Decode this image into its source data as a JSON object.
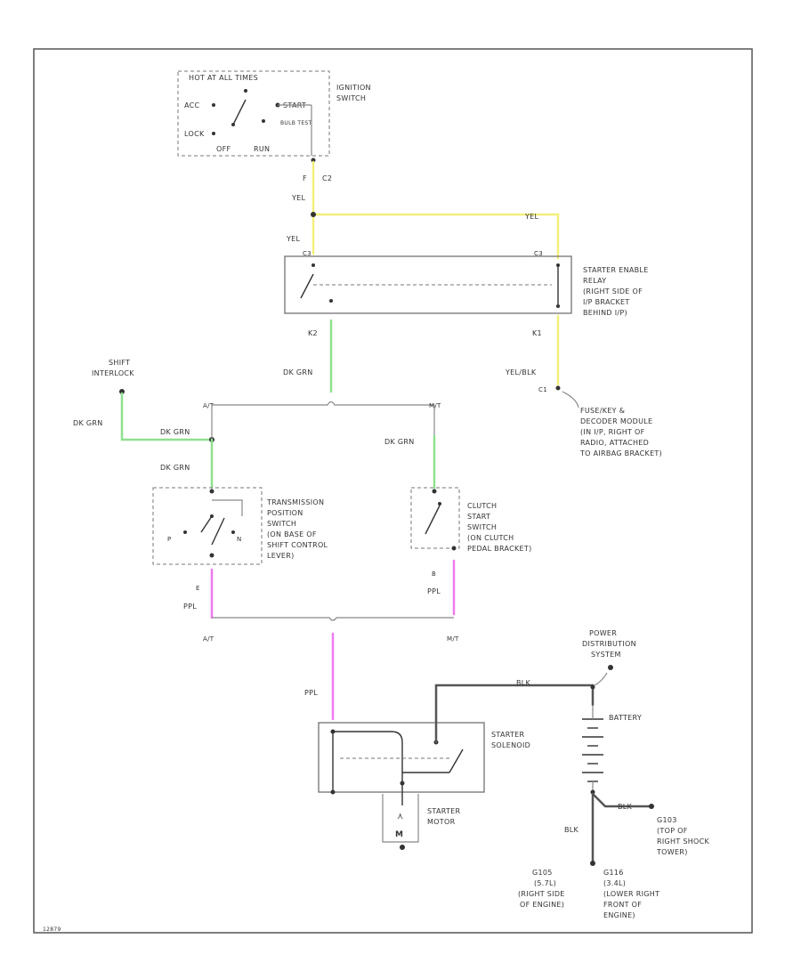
{
  "colors": {
    "yellow": "#f4ef7c",
    "green": "#8fe08f",
    "pink": "#f07af0",
    "black": "#333333",
    "gray": "#aaaaaa"
  },
  "ignition": {
    "header": "HOT AT ALL TIMES",
    "acc": "ACC",
    "lock": "LOCK",
    "start": "START",
    "bulb_test": "BULB TEST",
    "off": "OFF",
    "run": "RUN",
    "name_line1": "IGNITION",
    "name_line2": "SWITCH",
    "pin": "F",
    "connector": "C2"
  },
  "relay": {
    "pin_left": "C3",
    "pin_right": "C3",
    "pin_k2": "K2",
    "pin_k1": "K1",
    "desc": [
      "STARTER ENABLE",
      "RELAY",
      "(RIGHT SIDE OF",
      "I/P BRACKET",
      "BEHIND I/P)"
    ]
  },
  "wires": {
    "yel1": "YEL",
    "yel2": "YEL",
    "yel3": "YEL",
    "dkgrn_main": "DK GRN",
    "dkgrn_shift": "DK GRN",
    "dkgrn_at1": "DK GRN",
    "dkgrn_at2": "DK GRN",
    "dkgrn_mt": "DK GRN",
    "yelblk": "YEL/BLK",
    "ppl_at": "PPL",
    "ppl_mt": "PPL",
    "ppl_main": "PPL",
    "blk_top": "BLK",
    "blk_ground": "BLK",
    "blk_bottom": "BLK"
  },
  "shift_lock": [
    "SHIFT",
    "INTERLOCK"
  ],
  "fuse_block": {
    "connector": "C1",
    "desc": [
      "FUSE/KEY &",
      "DECODER MODULE",
      "(IN I/P, RIGHT OF",
      "RADIO, ATTACHED",
      "TO AIRBAG BRACKET)"
    ]
  },
  "labels": {
    "at_top": "A/T",
    "mt_top": "M/T",
    "at_bottom": "A/T",
    "mt_bottom": "M/T"
  },
  "tps": {
    "desc": [
      "TRANSMISSION",
      "POSITION",
      "SWITCH",
      "(ON BASE OF",
      "SHIFT CONTROL",
      "LEVER)"
    ],
    "pin": "E",
    "p": "P",
    "n": "N"
  },
  "clutch": {
    "desc": [
      "CLUTCH",
      "START",
      "SWITCH",
      "(ON CLUTCH",
      "PEDAL BRACKET)"
    ],
    "pin": "B"
  },
  "power_dist": [
    "POWER",
    "DISTRIBUTION",
    "SYSTEM"
  ],
  "battery": "BATTERY",
  "solenoid": [
    "STARTER",
    "SOLENOID"
  ],
  "motor": [
    "STARTER",
    "MOTOR"
  ],
  "grounds": {
    "g103": [
      "G103",
      "(TOP OF",
      "RIGHT SHOCK",
      "TOWER)"
    ],
    "g105": [
      "G105",
      "(5.7L)",
      "(RIGHT SIDE",
      "OF ENGINE)"
    ],
    "g116": [
      "G116",
      "(3.4L)",
      "(LOWER RIGHT",
      "FRONT OF",
      "ENGINE)"
    ]
  },
  "corner_code": "12879"
}
